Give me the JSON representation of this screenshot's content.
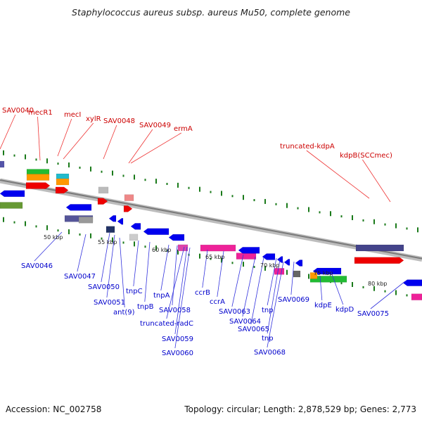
{
  "title": "Staphylococcus aureus subsp. aureus Mu50, complete genome",
  "footer": {
    "accession": "Accession: NC_002758",
    "topology": "Topology: circular; Length: 2,878,529 bp; Genes: 2,773"
  },
  "colors": {
    "backbone": "#999999",
    "forward_label": "#cc0000",
    "reverse_label": "#0000cc",
    "tick": "#1a7a1a"
  },
  "scale_labels": [
    "50 kbp",
    "55 kbp",
    "60 kbp",
    "65 kbp",
    "70 kbp",
    "75 kbp",
    "80 kbp"
  ],
  "forward_labels": [
    "SAV0040",
    "mecR1",
    "mecI",
    "xylR",
    "SAV0048",
    "SAV0049",
    "ermA",
    "truncated-kdpA",
    "kdpB(SCCmec)"
  ],
  "reverse_labels": [
    "SAV0046",
    "SAV0047",
    "SAV0050",
    "SAV0051",
    "ant(9)",
    "tnpC",
    "tnpB",
    "tnpA",
    "SAV0058",
    "truncated-radC",
    "SAV0059",
    "SAV0060",
    "ccrB",
    "ccrA",
    "SAV0063",
    "SAV0064",
    "SAV0065",
    "tnp",
    "tnp",
    "SAV0068",
    "SAV0069",
    "kdpE",
    "kdpD",
    "SAV0075"
  ]
}
